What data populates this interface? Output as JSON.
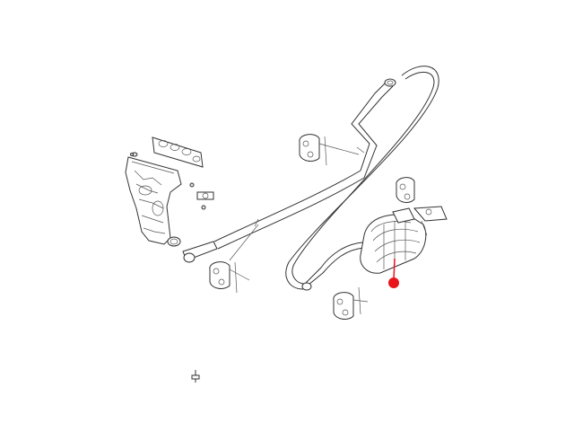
{
  "diagram": {
    "highlight_color": "#e8131b",
    "line_color": "#333333",
    "background": "#ffffff",
    "parts": [
      "exhaust-manifold",
      "manifold-gasket",
      "flange-gasket",
      "front-pipe",
      "intermediate-pipe",
      "rear-muffler",
      "rubber-hanger",
      "mounting-bracket",
      "bolt"
    ],
    "highlighted_part": "rear-muffler"
  }
}
